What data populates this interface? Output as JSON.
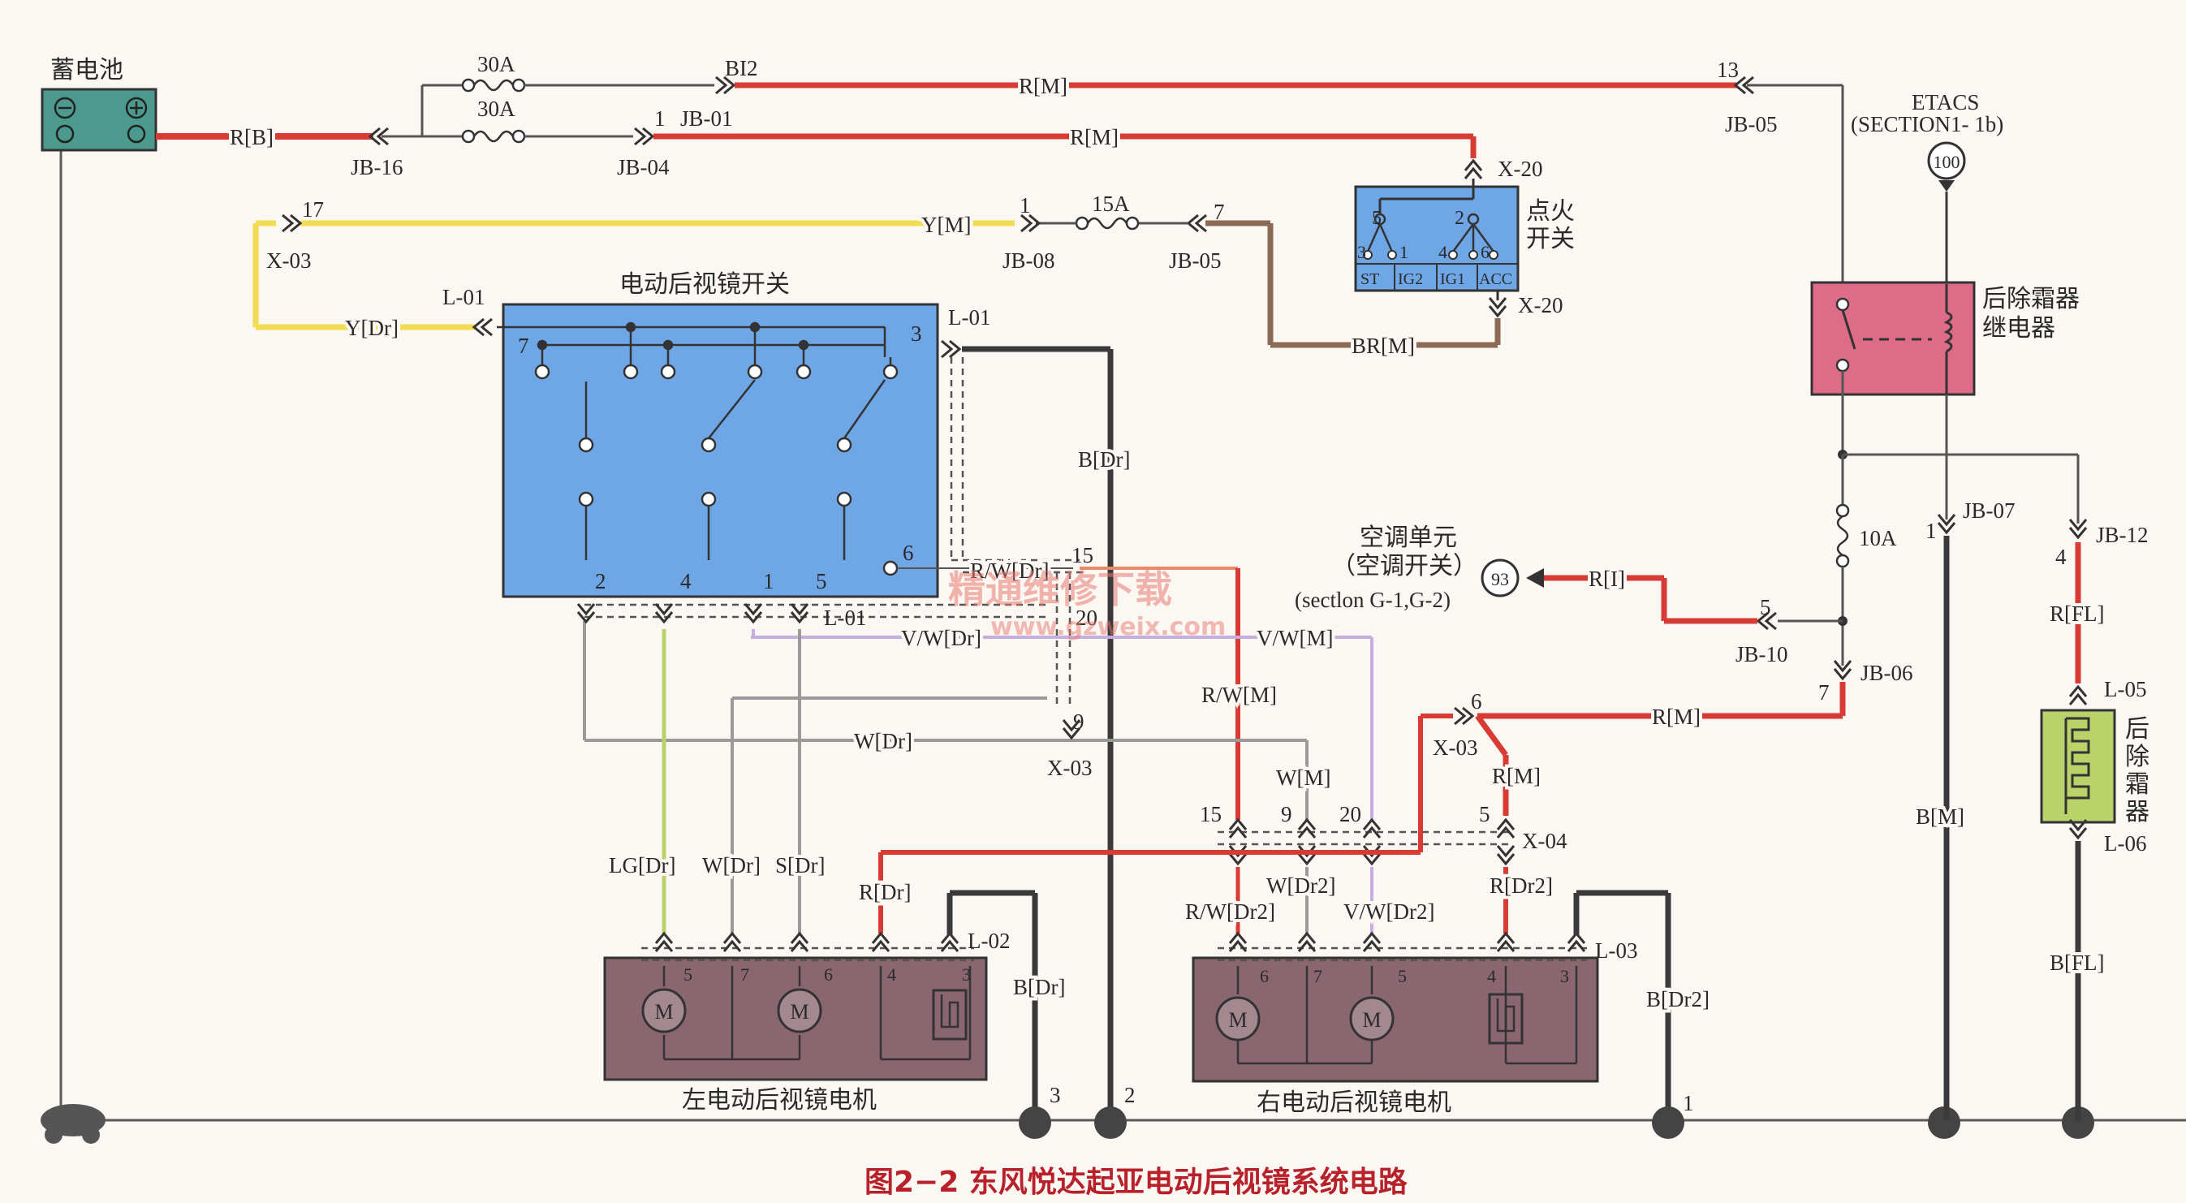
{
  "colors": {
    "red": "#d83a34",
    "yellow": "#f2dd52",
    "black": "#3a3a3a",
    "brown": "#8c6a55",
    "grey": "#9a9a9a",
    "violet": "#c8aee0",
    "green": "#b9d26a",
    "switch_blue": "#6ea6e6",
    "relay_pink": "#de6c88",
    "motor_brown": "#8a6670",
    "battery_teal": "#4c9a8e"
  },
  "components": {
    "battery": "蓄电池",
    "mirror_switch": "电动后视镜开关",
    "ignition": "点火\n开关",
    "ignition_line1": "点火",
    "ignition_line2": "开关",
    "ign_terms": [
      "ST",
      "IG2",
      "IG1",
      "ACC"
    ],
    "relay_line1": "后除霜器",
    "relay_line2": "继电器",
    "etacs_line1": "ETACS",
    "etacs_line2": "(SECTION1- 1b)",
    "etacs_ref": "100",
    "ac_line1": "空调单元",
    "ac_line2": "（空调开关）",
    "ac_line3": "(sectlon G-1,G-2)",
    "ac_ref": "93",
    "defogger_chars": [
      "后",
      "除",
      "霜",
      "器"
    ],
    "left_motor": "左电动后视镜电机",
    "right_motor": "右电动后视镜电机",
    "motor_symbol": "M"
  },
  "fuses": [
    "30A",
    "30A",
    "15A",
    "10A"
  ],
  "connectors": {
    "jb01": "JB-01",
    "jb04": "JB-04",
    "jb05a": "JB-05",
    "jb05b": "JB-05",
    "jb06": "JB-06",
    "jb07": "JB-07",
    "jb08": "JB-08",
    "jb10": "JB-10",
    "jb12": "JB-12",
    "jb16": "JB-16",
    "x20a": "X-20",
    "x20b": "X-20",
    "x03a": "X-03",
    "x03b": "X-03",
    "x03c": "X-03",
    "x04": "X-04",
    "l01a": "L-01",
    "l01b": "L-01",
    "l01c": "L-01",
    "l02": "L-02",
    "l03": "L-03",
    "l05": "L-05",
    "l06": "L-06"
  },
  "wires": {
    "rb": "R[B]",
    "bi2": "BI2",
    "rm1": "R[M]",
    "rm2": "R[M]",
    "rm3": "R[M]",
    "rm4": "R[M]",
    "ym": "Y[M]",
    "ydr": "Y[Dr]",
    "brm": "BR[M]",
    "bdr1": "B[Dr]",
    "bdr2": "B[Dr]",
    "bdr2b": "B[Dr2]",
    "bm": "B[M]",
    "rfl": "R[FL]",
    "bfl": "B[FL]",
    "ri": "R[I]",
    "rwdr": "R/W[Dr]",
    "vwdr": "V/W[Dr]",
    "vwm": "V/W[M]",
    "wdr": "W[Dr]",
    "rwm": "R/W[M]",
    "wm": "W[M]",
    "lgdr": "LG[Dr]",
    "wdr2": "W[Dr]",
    "sdr": "S[Dr]",
    "rdr": "R[Dr]",
    "rwdr2": "R/W[Dr2]",
    "wdr2b": "W[Dr2]",
    "vwdr2": "V/W[Dr2]",
    "rdr2": "R[Dr2]"
  },
  "pins": {
    "p13": "13",
    "p1a": "1",
    "p17": "17",
    "p1b": "1",
    "p7a": "7",
    "ign": [
      "5",
      "2",
      "3",
      "1",
      "4",
      "6"
    ],
    "sw7": "7",
    "sw3": "3",
    "sw6": "6",
    "sw_bottom": [
      "2",
      "4",
      "1",
      "5"
    ],
    "p15": "15",
    "p20": "20",
    "p9": "9",
    "p6": "6",
    "p5a": "5",
    "p7b": "7",
    "p4a": "4",
    "p1c": "1",
    "x04pins": [
      "15",
      "9",
      "20",
      "5"
    ],
    "lm": [
      "5",
      "7",
      "6",
      "4",
      "3"
    ],
    "rm": [
      "6",
      "7",
      "5",
      "4",
      "3"
    ],
    "gnd": [
      "3",
      "2",
      "1"
    ]
  },
  "watermark": {
    "main": "精通维修下载",
    "url": "www.gzweix.com"
  },
  "caption": "图2−2   东风悦达起亚电动后视镜系统电路"
}
